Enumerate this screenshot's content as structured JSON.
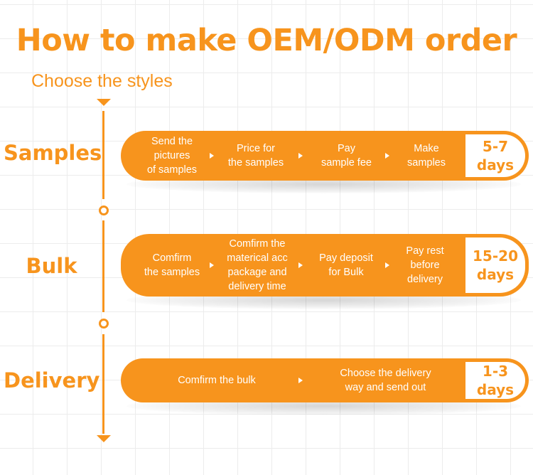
{
  "title": "How to make OEM/ODM order",
  "subtitle": "Choose the styles",
  "colors": {
    "accent": "#f7941d",
    "background": "#ffffff",
    "grid": "#ececec"
  },
  "stages": [
    {
      "label": "Samples",
      "steps": [
        "Send the\npictures\nof samples",
        "Price for\nthe samples",
        "Pay\nsample fee",
        "Make\nsamples"
      ],
      "days": [
        "5-7",
        "days"
      ]
    },
    {
      "label": "Bulk",
      "steps": [
        "Comfirm\nthe samples",
        "Comfirm the\nmaterical acc\npackage and\ndelivery time",
        "Pay deposit\nfor Bulk",
        "Pay rest\nbefore\ndelivery"
      ],
      "days": [
        "15-20",
        "days"
      ]
    },
    {
      "label": "Delivery",
      "steps": [
        "Comfirm the bulk",
        "Choose the delivery\nway and send out"
      ],
      "days": [
        "1-3",
        "days"
      ]
    }
  ]
}
